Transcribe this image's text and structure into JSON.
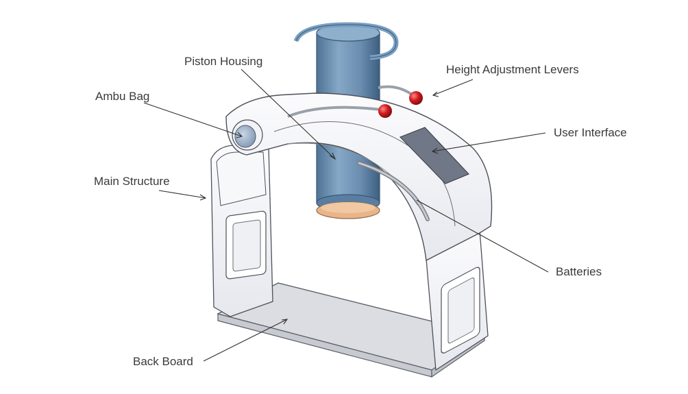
{
  "labels": {
    "piston_housing": "Piston Housing",
    "height_adjustment_levers": "Height Adjustment Levers",
    "ambu_bag": "Ambu Bag",
    "user_interface": "User Interface",
    "main_structure": "Main Structure",
    "batteries": "Batteries",
    "back_board": "Back Board"
  },
  "colors": {
    "piston": "#6f93b4",
    "lever_knob": "#c8171b",
    "pad": "#e8b58a",
    "frame": "#f4f5f8",
    "panel": "#707787",
    "board": "#dcdde2",
    "label_text": "#3a3a3a"
  }
}
